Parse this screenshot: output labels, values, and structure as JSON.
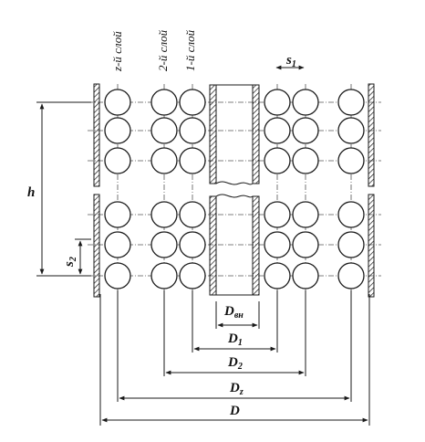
{
  "layers": {
    "layer_z": "z-й слой",
    "layer_2": "2-й слой",
    "layer_1": "1-й слой"
  },
  "labels": {
    "s1": {
      "main": "s",
      "sub": "1"
    },
    "s2": {
      "main": "s",
      "sub": "2"
    },
    "h": "h",
    "d_inner": {
      "main": "D",
      "sub": "вн"
    },
    "d1": {
      "main": "D",
      "sub": "1"
    },
    "d2": {
      "main": "D",
      "sub": "2"
    },
    "dz": {
      "main": "D",
      "sub": "z"
    },
    "d": "D"
  },
  "colors": {
    "ink": "#1a1a1a",
    "paper": "#ffffff"
  }
}
